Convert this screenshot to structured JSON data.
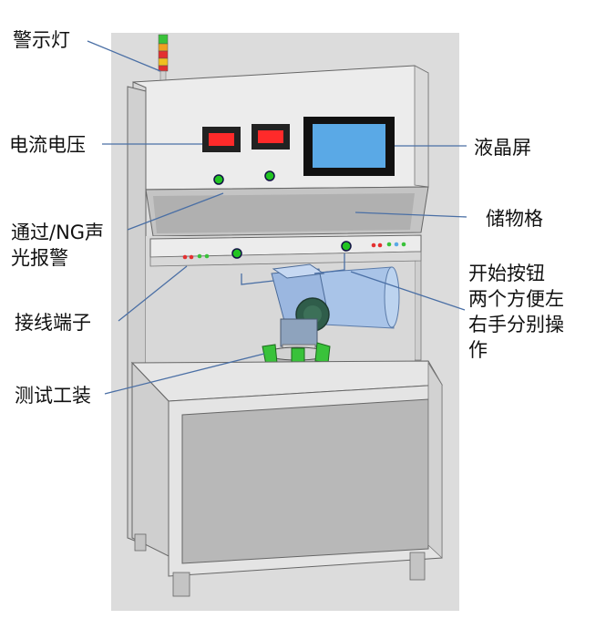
{
  "labels": {
    "warning_light": "警示灯",
    "current_voltage": "电流电压",
    "alarm_line1": "通过/NG声",
    "alarm_line2": "光报警",
    "terminal_block": "接线端子",
    "test_fixture": "测试工装",
    "lcd_screen": "液晶屏",
    "storage_compartment": "储物格",
    "start_button_line1": "开始按钮",
    "start_button_line2": "两个方便左",
    "start_button_line3": "右手分别操",
    "start_button_line4": "作"
  },
  "colors": {
    "background_panel": "#dcdcdc",
    "machine_body": "#eeeeee",
    "cabinet_panel": "#b8b8b8",
    "meter_red": "#ff2a2a",
    "lcd_blue": "#5aa9e6",
    "button_green": "#22c422",
    "leader_line": "#4a6fa5",
    "motor_blue": "#a9c4e8",
    "clamp_green": "#39c23a"
  }
}
